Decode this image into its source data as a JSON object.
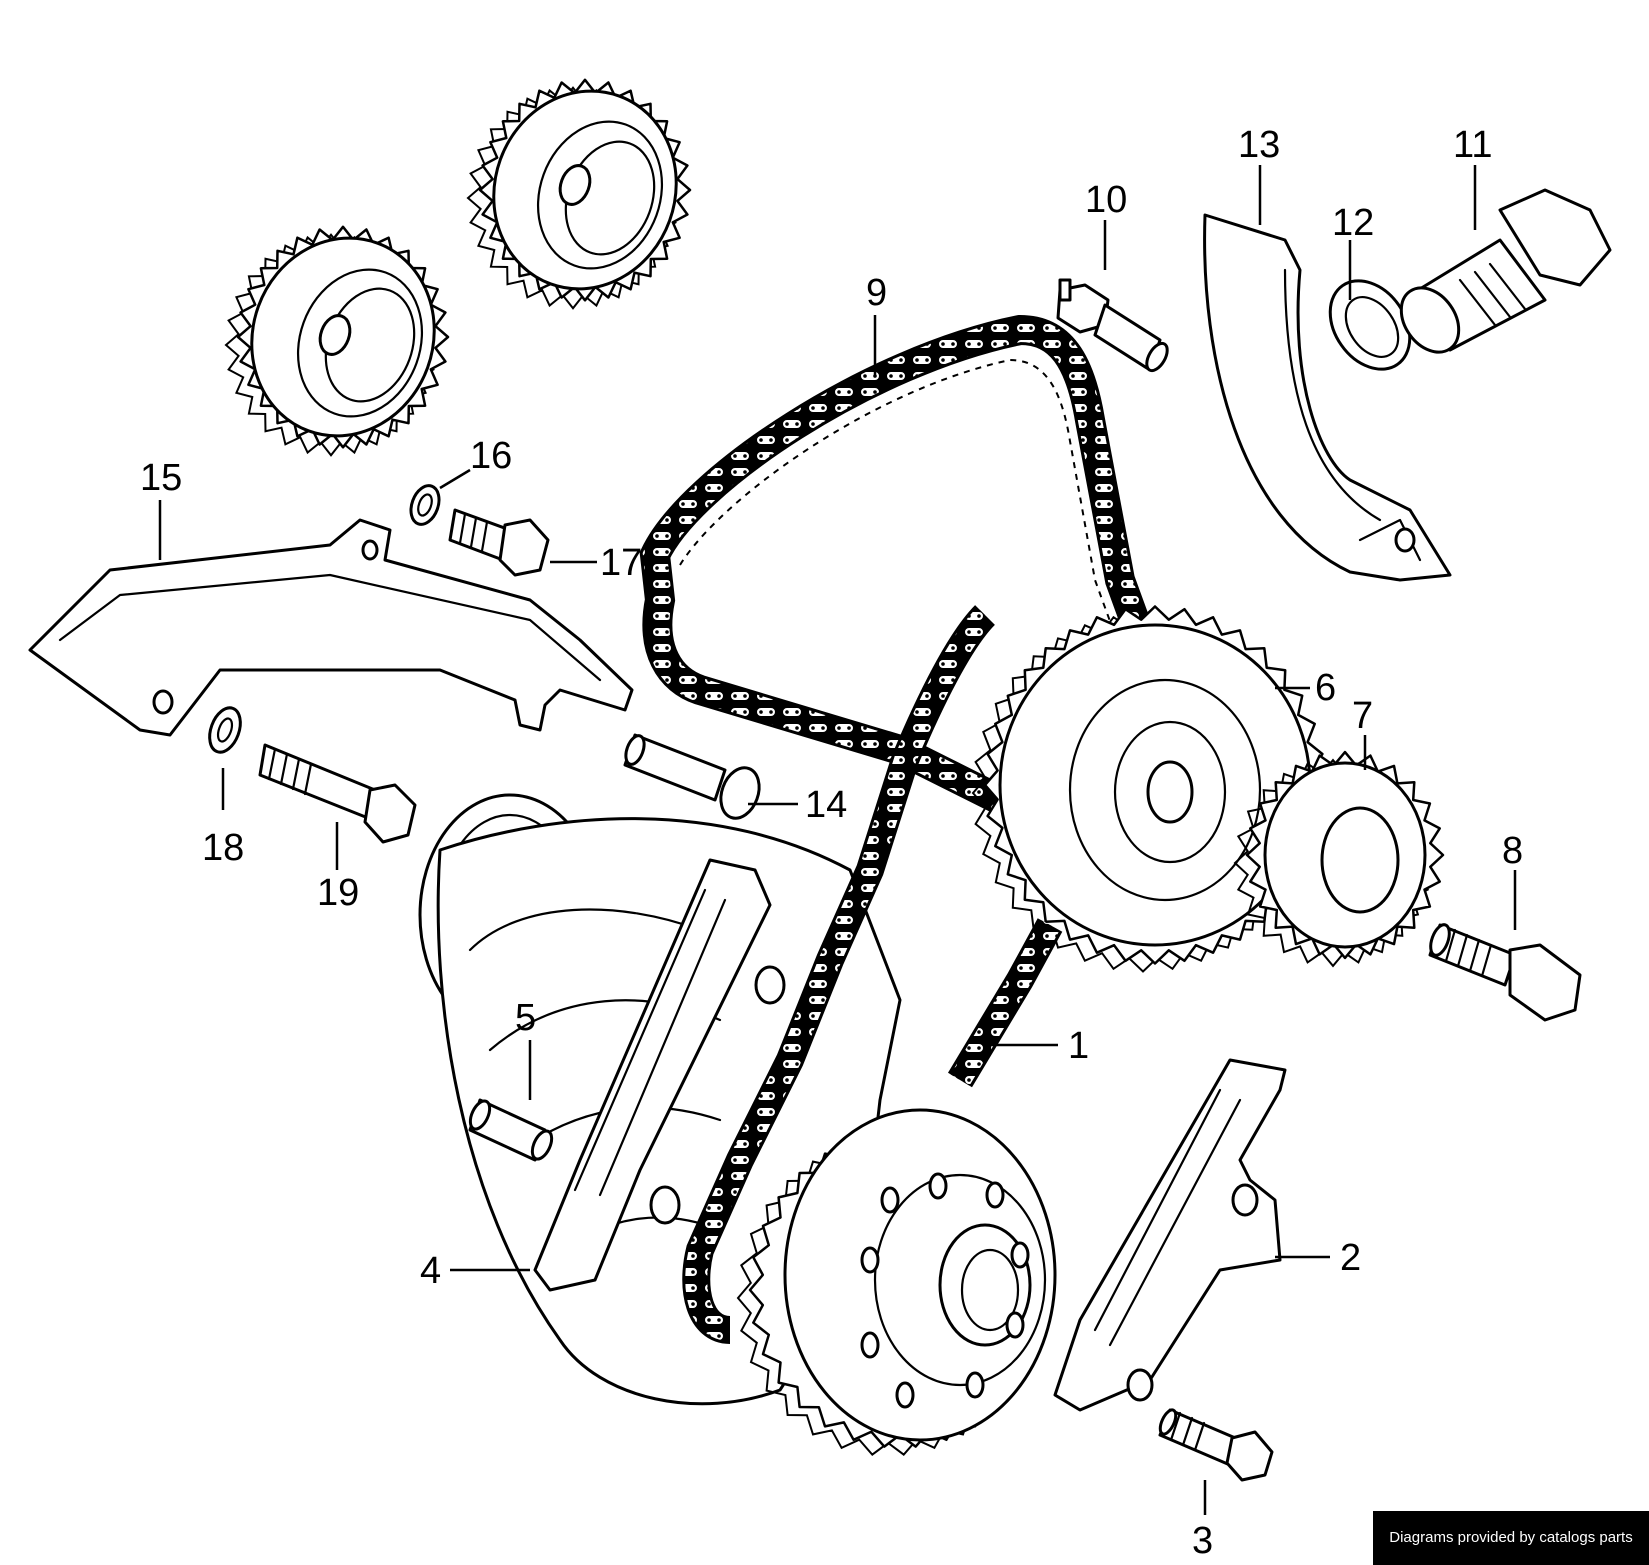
{
  "callouts": {
    "c1": "1",
    "c2": "2",
    "c3": "3",
    "c4": "4",
    "c5": "5",
    "c6": "6",
    "c7": "7",
    "c8": "8",
    "c9": "9",
    "c10": "10",
    "c11": "11",
    "c12": "12",
    "c13": "13",
    "c14": "14",
    "c15": "15",
    "c16": "16",
    "c17": "17",
    "c18": "18",
    "c19": "19"
  },
  "credit": "Diagrams provided by catalogs parts"
}
